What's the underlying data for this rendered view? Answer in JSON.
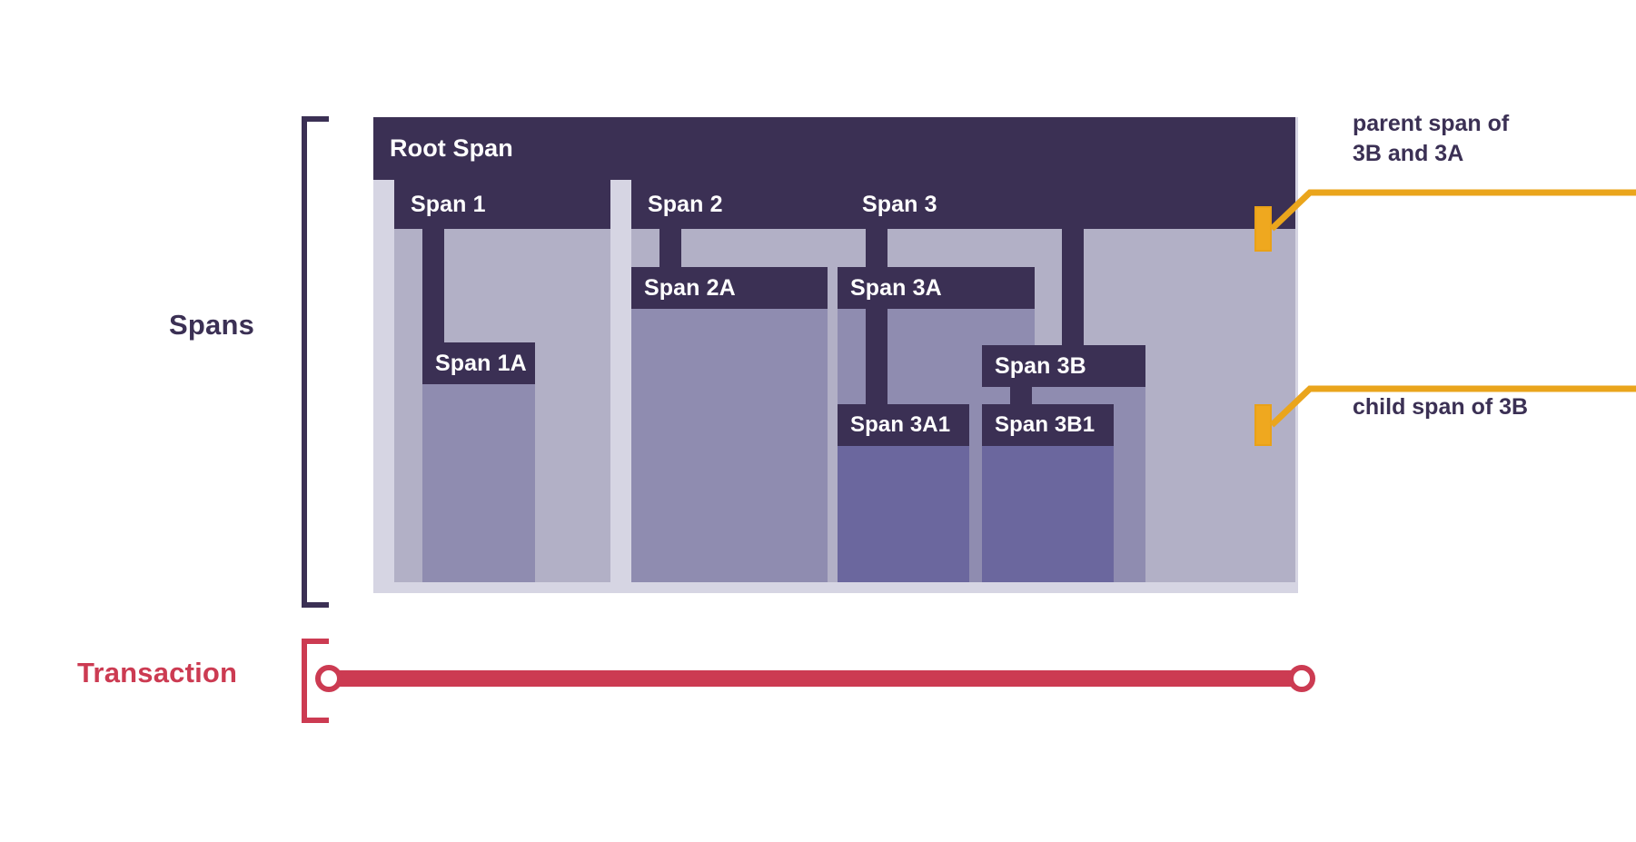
{
  "diagram": {
    "title_spans": "Spans",
    "title_transaction": "Transaction",
    "colors": {
      "span_header": "#3b3054",
      "container_bg": "#d6d5e3",
      "level1_body": "#b2b0c6",
      "level2_body": "#8f8cb0",
      "level3_body": "#6b679e",
      "accent_orange": "#efa81f",
      "transaction_red": "#cc3b52",
      "text_dark": "#3b3054"
    }
  },
  "spans": {
    "root": {
      "label": "Root Span"
    },
    "s1": {
      "label": "Span 1"
    },
    "s1a": {
      "label": "Span 1A"
    },
    "s2": {
      "label": "Span 2"
    },
    "s2a": {
      "label": "Span 2A"
    },
    "s3": {
      "label": "Span 3"
    },
    "s3a": {
      "label": "Span 3A"
    },
    "s3a1": {
      "label": "Span 3A1"
    },
    "s3b": {
      "label": "Span 3B"
    },
    "s3b1": {
      "label": "Span 3B1"
    }
  },
  "annotations": {
    "parent": {
      "text": "parent span of\n3B and 3A"
    },
    "child": {
      "text": "child span of 3B"
    }
  }
}
